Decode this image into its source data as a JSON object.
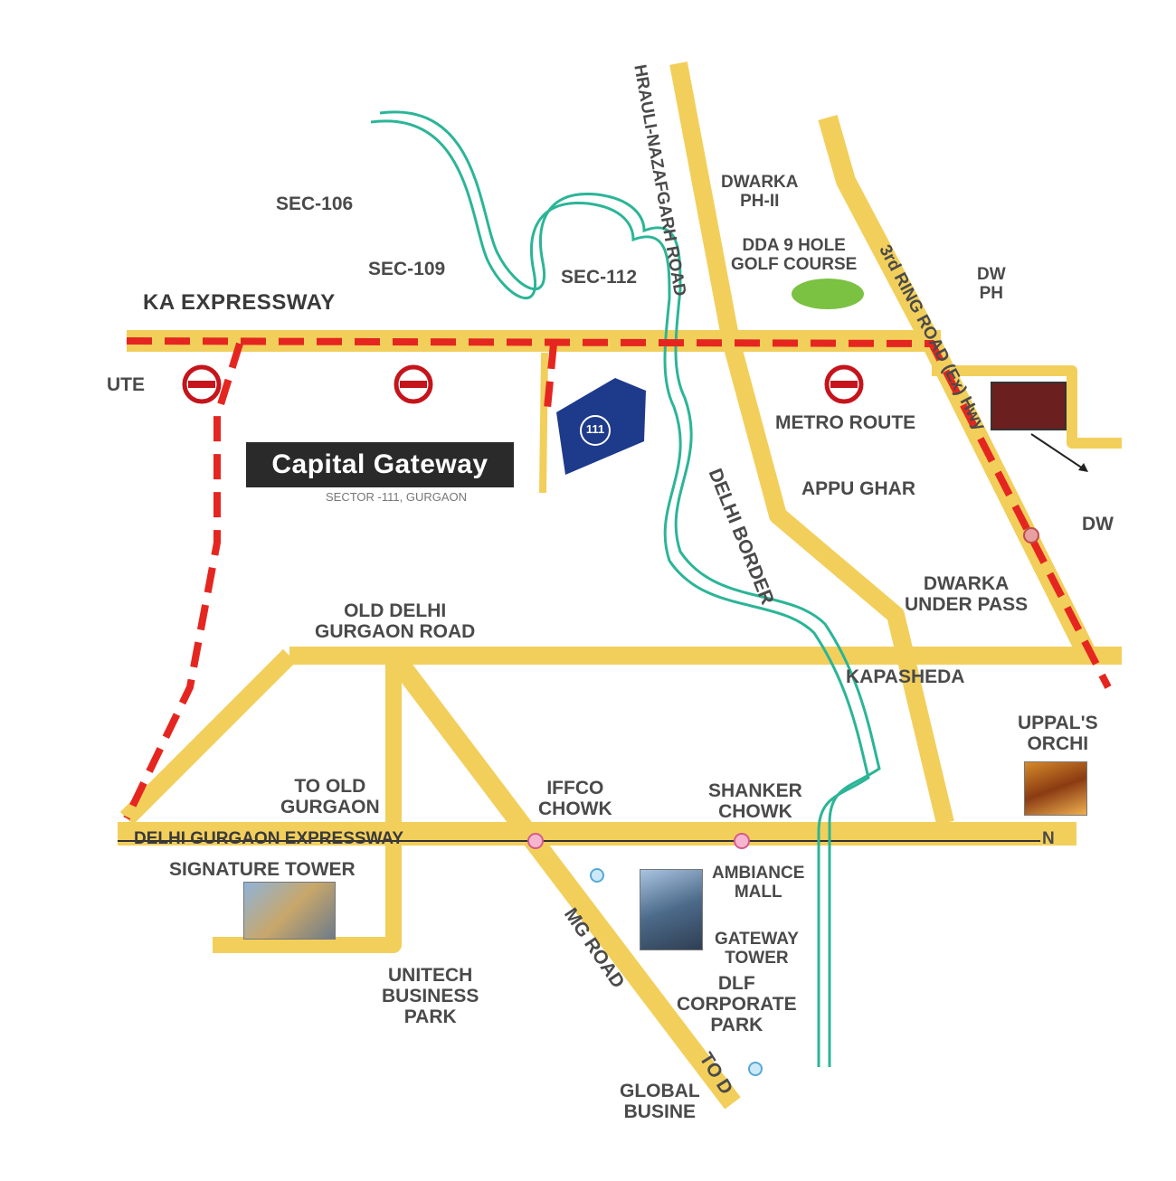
{
  "map": {
    "road_color": "#f2cf5b",
    "metro_line_color": "#e52620",
    "river_color": "#2bb597",
    "project_marker_color": "#1e3a8a",
    "brand_box_color": "#2a2a2a",
    "labels": {
      "sec106": "SEC-106",
      "sec109": "SEC-109",
      "sec112": "SEC-112",
      "dwarka_expressway": "KA EXPRESSWAY",
      "route_left": "UTE",
      "metro_route": "METRO ROUTE",
      "mehrauli_road": "HRAULI-NAZAFGARH ROAD",
      "ring_road": "3rd RING ROAD (Ex) Hwy",
      "dwarka_ph2": "DWARKA\nPH-II",
      "dda_golf": "DDA 9 HOLE\nGOLF COURSE",
      "dwarka_ph_right": "DW\nPH",
      "appu_ghar": "APPU GHAR",
      "delhi_border": "DELHI BORDER",
      "dwarka_underpass": "DWARKA\nUNDER PASS",
      "dw_right": "DW",
      "old_delhi_gurgaon_road": "OLD DELHI\nGURGAON ROAD",
      "kapasheda": "KAPASHEDA",
      "uppals_orchid": "UPPAL'S\nORCHI",
      "to_old_gurgaon": "TO OLD\nGURGAON",
      "iffco_chowk": "IFFCO\nCHOWK",
      "shanker_chowk": "SHANKER\nCHOWK",
      "delhi_gurgaon_expressway": "DELHI GURGAON EXPRESSWAY",
      "nh_right": "N",
      "signature_tower": "SIGNATURE TOWER",
      "ambiance_mall": "AMBIANCE\nMALL",
      "gateway_tower": "GATEWAY\nTOWER",
      "mg_road": "MG ROAD",
      "unitech_business_park": "UNITECH\nBUSINESS\nPARK",
      "dlf_corporate_park": "DLF\nCORPORATE\nPARK",
      "to_d": "TO D",
      "global_business": "GLOBAL\nBUSINE"
    },
    "project": {
      "name": "Capital Gateway",
      "sector": "SECTOR -111, GURGAON",
      "marker_number": "111"
    },
    "icons": {
      "metro": "metro-station-icon",
      "bus": "bus-icon",
      "toll": "toll-plaza-icon",
      "marker": "location-pin-icon"
    }
  }
}
